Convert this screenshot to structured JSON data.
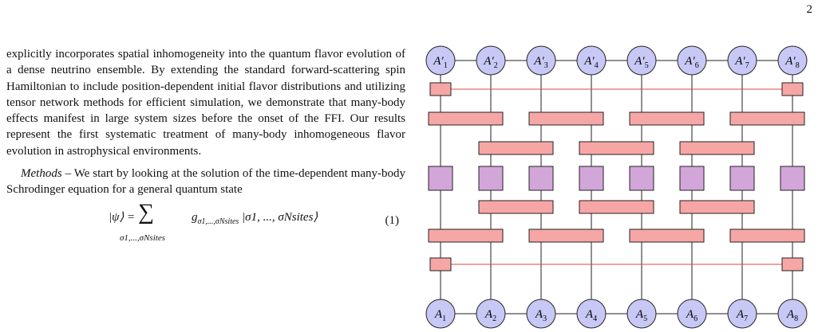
{
  "page_number": "2",
  "text": {
    "para1": "explicitly incorporates spatial inhomogeneity into the quantum flavor evolution of a dense neutrino ensemble. By extending the standard forward-scattering spin Hamiltonian to include position-dependent initial flavor distributions and utilizing tensor network methods for efficient simulation, we demonstrate that many-body effects manifest in large system sizes before the onset of the FFI. Our results represent the first systematic treatment of many-body inhomogeneous flavor evolution in astrophysical environments.",
    "methods_heading": "Methods",
    "para2_rest": " – We start by looking at the solution of the time-dependent many-body Schrodinger equation for a general quantum state"
  },
  "equation": {
    "lhs": "|ψ⟩ =",
    "sum": "∑",
    "coefficient": "g",
    "coefficient_sub": "σ1,...,σNsites",
    "ket": "|σ1, ..., σNsites⟩",
    "sum_sub": "σ1,...,σNsites",
    "number": "(1)"
  },
  "diagram": {
    "top_labels": [
      "A′1",
      "A′2",
      "A′3",
      "A′4",
      "A′5",
      "A′6",
      "A′7",
      "A′8"
    ],
    "bottom_labels": [
      "A1",
      "A2",
      "A3",
      "A4",
      "A5",
      "A6",
      "A7",
      "A8"
    ],
    "colors": {
      "node_fill": "#c8c8f6",
      "gate_fill": "#f7a6a6",
      "single_fill": "#d3a6d9",
      "edge_line": "#e04444",
      "stroke": "#222222"
    }
  }
}
